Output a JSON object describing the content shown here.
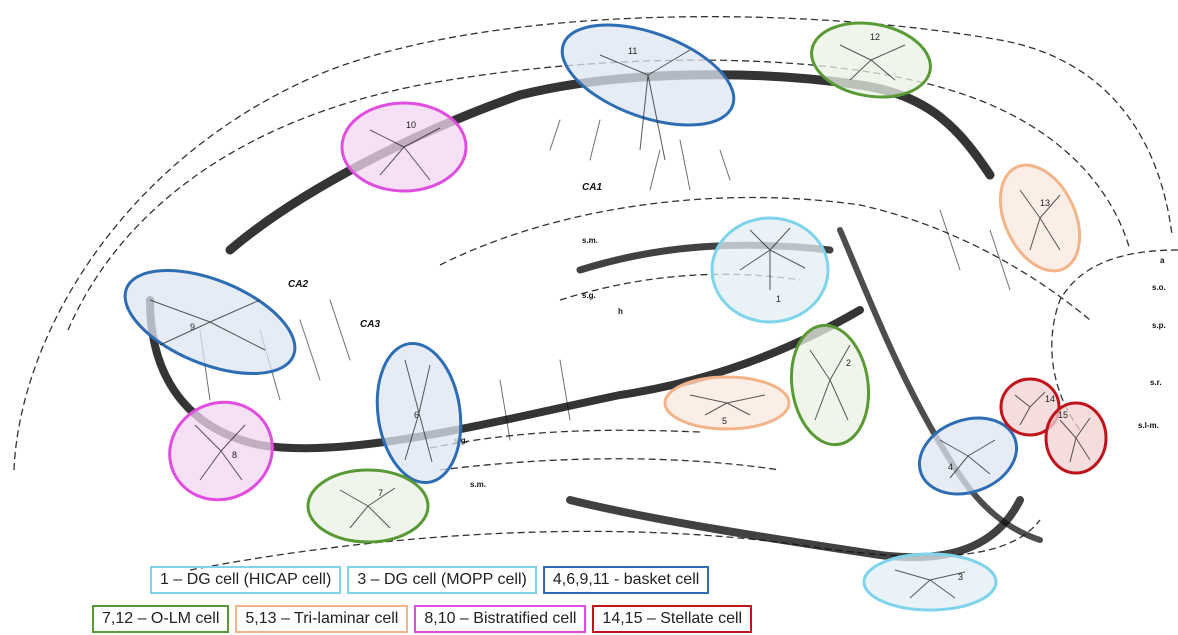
{
  "regions": {
    "ca1": "CA1",
    "ca2": "CA2",
    "ca3": "CA3"
  },
  "layers": {
    "a": "a",
    "so": "s.o.",
    "sp": "s.p.",
    "sr": "s.r.",
    "slm": "s.l-m.",
    "sm_upper": "s.m.",
    "sg_upper": "s.g.",
    "h": "h",
    "sg_lower": "s.g.",
    "sm_lower": "s.m."
  },
  "cells": [
    {
      "id": "1",
      "type": "dg-hicap",
      "color": "#7fd3ea",
      "fill": "#e2eef4"
    },
    {
      "id": "2",
      "type": "olm",
      "color": "#5a9a36",
      "fill": "#eaf1e4"
    },
    {
      "id": "3",
      "type": "dg-mopp",
      "color": "#7fd3ea",
      "fill": "#e2eef4"
    },
    {
      "id": "4",
      "type": "basket",
      "color": "#2e6db4",
      "fill": "#dce6f1"
    },
    {
      "id": "5",
      "type": "tri-laminar",
      "color": "#f3b48a",
      "fill": "#f8e8df"
    },
    {
      "id": "6",
      "type": "basket",
      "color": "#2e6db4",
      "fill": "#dce6f1"
    },
    {
      "id": "7",
      "type": "olm",
      "color": "#5a9a36",
      "fill": "#eaf1e4"
    },
    {
      "id": "8",
      "type": "bistratified",
      "color": "#e04ee0",
      "fill": "#f1d6f1"
    },
    {
      "id": "9",
      "type": "basket",
      "color": "#2e6db4",
      "fill": "#dce6f1"
    },
    {
      "id": "10",
      "type": "bistratified",
      "color": "#e04ee0",
      "fill": "#f1d6f1"
    },
    {
      "id": "11",
      "type": "basket",
      "color": "#2e6db4",
      "fill": "#dce6f1"
    },
    {
      "id": "12",
      "type": "olm",
      "color": "#5a9a36",
      "fill": "#eaf1e4"
    },
    {
      "id": "13",
      "type": "tri-laminar",
      "color": "#f3b48a",
      "fill": "#f8e8df"
    },
    {
      "id": "14",
      "type": "stellate",
      "color": "#c0141c",
      "fill": "#f1d2d2"
    },
    {
      "id": "15",
      "type": "stellate",
      "color": "#c0141c",
      "fill": "#f1d2d2"
    }
  ],
  "legend": {
    "row1": [
      {
        "text": "1 – DG cell (HICAP cell)",
        "color": "#7fd3ea"
      },
      {
        "text": "3 – DG cell (MOPP cell)",
        "color": "#7fd3ea"
      },
      {
        "text": "4,6,9,11 - basket cell",
        "color": "#2e6db4"
      }
    ],
    "row2": [
      {
        "text": "7,12 – O-LM cell",
        "color": "#5a9a36"
      },
      {
        "text": "5,13 – Tri-laminar cell",
        "color": "#f3b48a"
      },
      {
        "text": "8,10 – Bistratified cell",
        "color": "#e04ee0"
      },
      {
        "text": "14,15 – Stellate cell",
        "color": "#c0141c"
      }
    ]
  }
}
